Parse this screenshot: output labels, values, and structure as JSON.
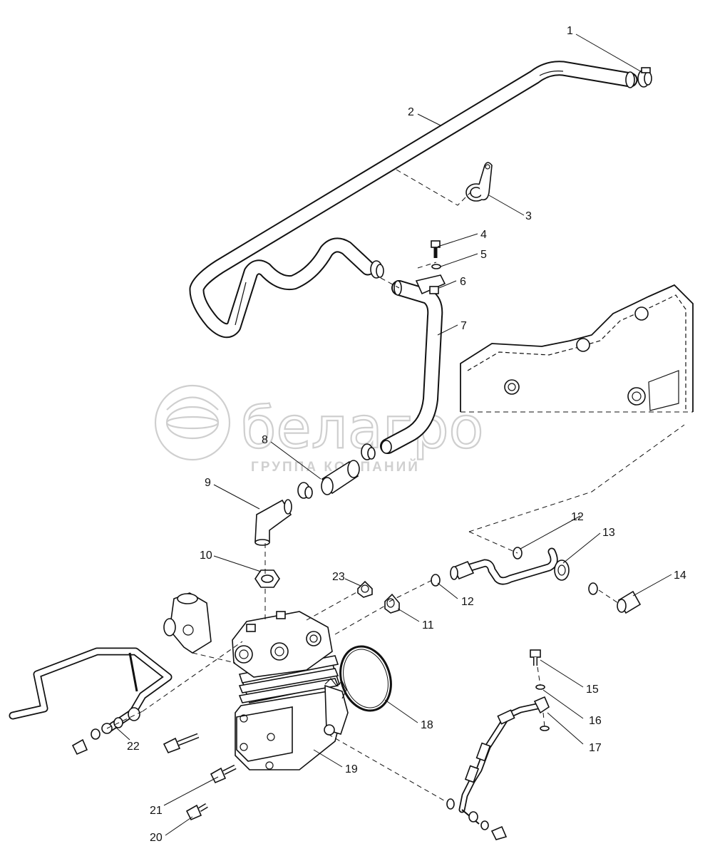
{
  "watermark": {
    "brand": "белагро",
    "tagline": "ГРУППА КОМПАНИЙ"
  },
  "callouts": {
    "c1": "1",
    "c2": "2",
    "c3": "3",
    "c4": "4",
    "c5": "5",
    "c6": "6",
    "c7": "7",
    "c8": "8",
    "c9": "9",
    "c10": "10",
    "c11": "11",
    "c12a": "12",
    "c12b": "12",
    "c13": "13",
    "c14": "14",
    "c15": "15",
    "c16": "16",
    "c17": "17",
    "c18": "18",
    "c19": "19",
    "c20": "20",
    "c21": "21",
    "c22": "22",
    "c23": "23"
  }
}
